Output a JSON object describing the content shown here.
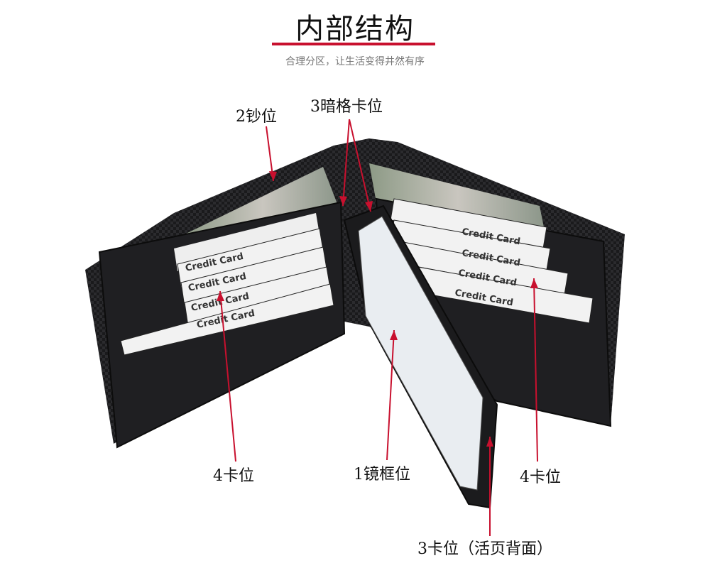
{
  "header": {
    "title": "内部结构",
    "subtitle": "合理分区，让生活变得井然有序"
  },
  "labels": {
    "bill_slot": "2钞位",
    "hidden_slots": "3暗格卡位",
    "left_cards": "4卡位",
    "id_window": "1镜框位",
    "right_cards": "4卡位",
    "flip_back": "3卡位（活页背面）"
  },
  "card_label": "Credit Card",
  "colors": {
    "accent": "#c8102e",
    "leather": "#1c1c1e"
  }
}
